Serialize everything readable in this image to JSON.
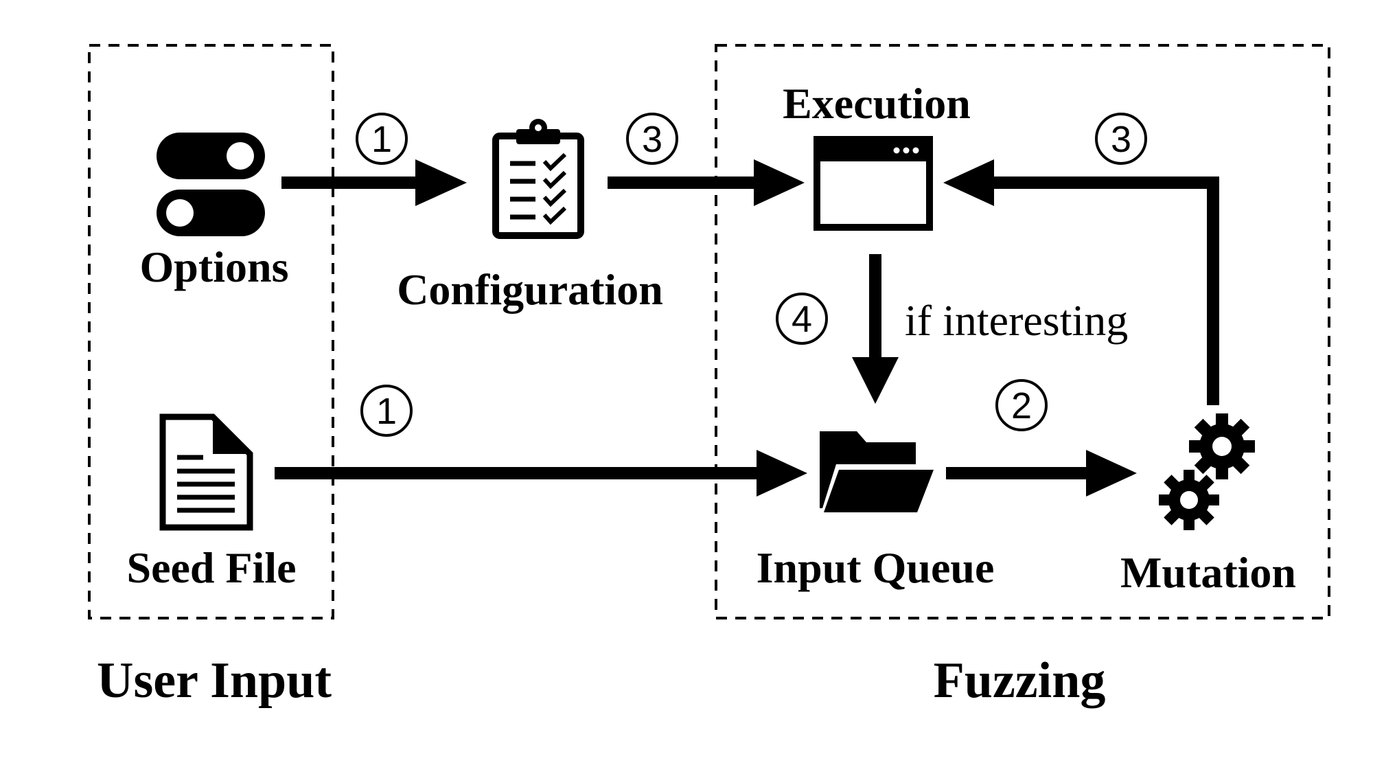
{
  "groups": {
    "user_input": "User Input",
    "fuzzing": "Fuzzing"
  },
  "nodes": {
    "options": {
      "label": "Options",
      "icon": "toggle-switches-icon"
    },
    "configuration": {
      "label": "Configuration",
      "icon": "clipboard-checklist-icon"
    },
    "execution": {
      "label": "Execution",
      "icon": "program-window-icon"
    },
    "seed_file": {
      "label": "Seed File",
      "icon": "document-icon"
    },
    "input_queue": {
      "label": "Input Queue",
      "icon": "open-folder-icon"
    },
    "mutation": {
      "label": "Mutation",
      "icon": "gears-icon"
    }
  },
  "edges": {
    "options_to_config": {
      "step": "1"
    },
    "seed_to_queue": {
      "step": "1"
    },
    "queue_to_mutation": {
      "step": "2"
    },
    "config_to_execution": {
      "step": "3"
    },
    "mutation_to_execution": {
      "step": "3"
    },
    "execution_to_queue": {
      "step": "4",
      "condition": "if interesting"
    }
  },
  "colors": {
    "ink": "#000000",
    "background": "#ffffff"
  }
}
